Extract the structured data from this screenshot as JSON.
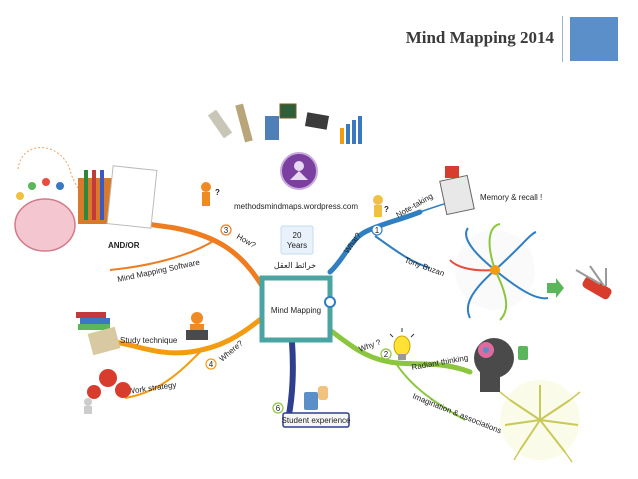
{
  "slide": {
    "title": "Mind Mapping 2014"
  },
  "center": {
    "label": "Mind Mapping"
  },
  "blog": {
    "url": "methodsmindmaps.wordpress.com",
    "years": "20",
    "years_word": "Years",
    "arabic": "خرائط العقل"
  },
  "branches": {
    "how": {
      "num": "3",
      "label": "How?",
      "and_or": "AND/OR",
      "software": "Mind Mapping Software"
    },
    "where": {
      "num": "4",
      "label": "Where?",
      "study": "Study technique",
      "work": "Work strategy"
    },
    "who": {
      "num": "6",
      "label": "Student experience"
    },
    "what": {
      "num": "1",
      "label": "What?",
      "note": "Note-taking",
      "memory": "Memory & recall !",
      "buzan": "Tony Buzan"
    },
    "why": {
      "num": "2",
      "label": "Why ?",
      "radiant": "Radiant thinking",
      "imagination": "Imagination & associations"
    }
  },
  "colors": {
    "how": "#ee7d22",
    "where": "#f39c12",
    "who": "#2e3f8f",
    "what": "#2f7fc1",
    "why": "#8cc63f",
    "center_border": "#4aa5a2",
    "accent": "#5b8fc9"
  }
}
